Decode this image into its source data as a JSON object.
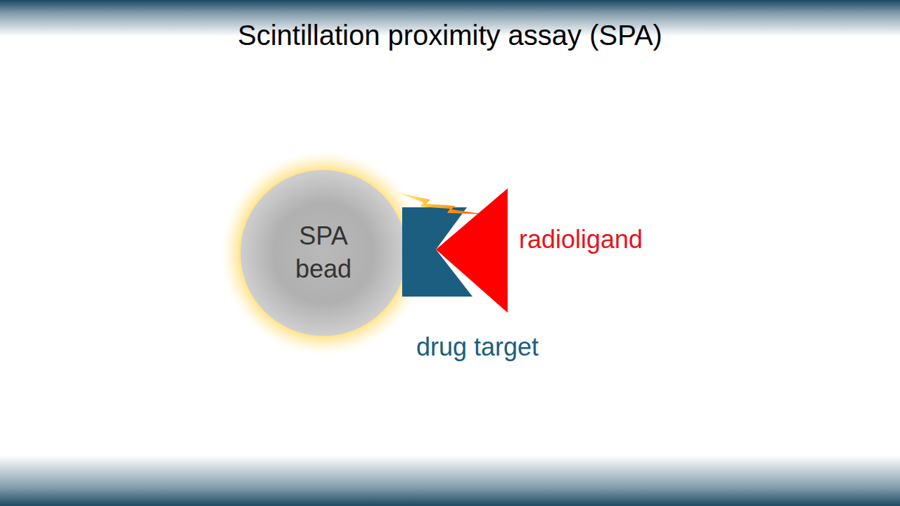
{
  "diagram": {
    "title": "Scintillation proximity assay (SPA)",
    "nodes": [
      {
        "text": [
          "SPA bead"
        ]
      },
      {
        "text": [
          "drug target"
        ]
      },
      {
        "text": [
          "radioligand"
        ]
      }
    ]
  }
}
